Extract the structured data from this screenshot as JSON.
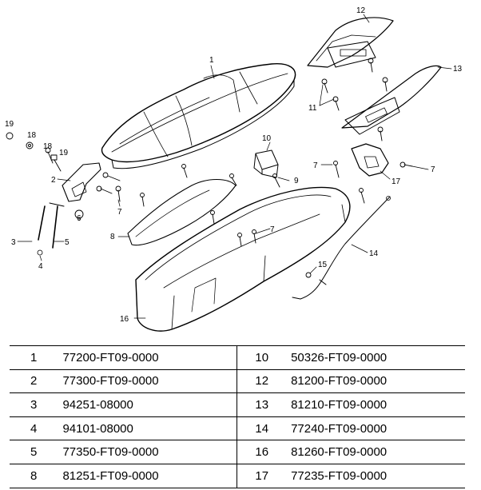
{
  "callouts": [
    {
      "id": "c1",
      "text": "1"
    },
    {
      "id": "c2",
      "text": "2"
    },
    {
      "id": "c3",
      "text": "3"
    },
    {
      "id": "c4",
      "text": "4"
    },
    {
      "id": "c5",
      "text": "5"
    },
    {
      "id": "c6",
      "text": "6"
    },
    {
      "id": "c7a",
      "text": "7"
    },
    {
      "id": "c7b",
      "text": "7"
    },
    {
      "id": "c7c",
      "text": "7"
    },
    {
      "id": "c7d",
      "text": "7"
    },
    {
      "id": "c8",
      "text": "8"
    },
    {
      "id": "c9",
      "text": "9"
    },
    {
      "id": "c10",
      "text": "10"
    },
    {
      "id": "c11",
      "text": "11"
    },
    {
      "id": "c12",
      "text": "12"
    },
    {
      "id": "c13",
      "text": "13"
    },
    {
      "id": "c14",
      "text": "14"
    },
    {
      "id": "c15",
      "text": "15"
    },
    {
      "id": "c16",
      "text": "16"
    },
    {
      "id": "c17",
      "text": "17"
    },
    {
      "id": "c18",
      "text": "18"
    },
    {
      "id": "c18b",
      "text": "18"
    },
    {
      "id": "c19a",
      "text": "19"
    },
    {
      "id": "c19b",
      "text": "19"
    }
  ],
  "parts_table": [
    {
      "left_ref": "1",
      "left_pn": "77200-FT09-0000",
      "right_ref": "10",
      "right_pn": "50326-FT09-0000"
    },
    {
      "left_ref": "2",
      "left_pn": "77300-FT09-0000",
      "right_ref": "12",
      "right_pn": "81200-FT09-0000"
    },
    {
      "left_ref": "3",
      "left_pn": "94251-08000",
      "right_ref": "13",
      "right_pn": "81210-FT09-0000"
    },
    {
      "left_ref": "4",
      "left_pn": "94101-08000",
      "right_ref": "14",
      "right_pn": "77240-FT09-0000"
    },
    {
      "left_ref": "5",
      "left_pn": "77350-FT09-0000",
      "right_ref": "16",
      "right_pn": "81260-FT09-0000"
    },
    {
      "left_ref": "8",
      "left_pn": "81251-FT09-0000",
      "right_ref": "17",
      "right_pn": "77235-FT09-0000"
    }
  ]
}
